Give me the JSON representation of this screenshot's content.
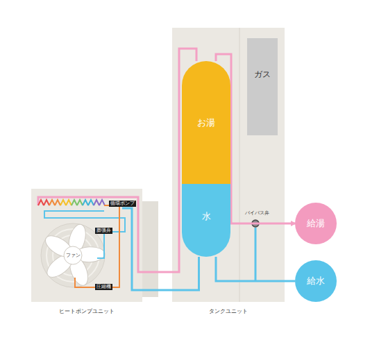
{
  "diagram": {
    "nodes": [
      {
        "text": [
          "ヒートポンプユニット"
        ]
      },
      {
        "text": [
          "ファン"
        ],
        "in": 0
      },
      {
        "text": [
          "循環ポンプ"
        ],
        "in": 0
      },
      {
        "text": [
          "膨張弁"
        ],
        "in": 0
      },
      {
        "text": [
          "圧縮機"
        ],
        "in": 0
      },
      {
        "text": [
          "タンクユニット"
        ]
      },
      {
        "text": [
          "お湯"
        ],
        "in": 5
      },
      {
        "text": [
          "水"
        ],
        "in": 5
      },
      {
        "text": [
          "ガス"
        ],
        "in": 5
      },
      {
        "text": [
          "給湯"
        ]
      },
      {
        "text": [
          "給水"
        ]
      }
    ],
    "edges": [
      {
        "from": 6,
        "to": 9,
        "arrow": "to"
      },
      {
        "from": 0,
        "to": 6,
        "arrow": "none"
      },
      {
        "from": 7,
        "to": 0,
        "arrow": "none"
      },
      {
        "from": 10,
        "to": 7,
        "arrow": "none"
      }
    ],
    "labels": [
      "バイパス弁"
    ]
  }
}
